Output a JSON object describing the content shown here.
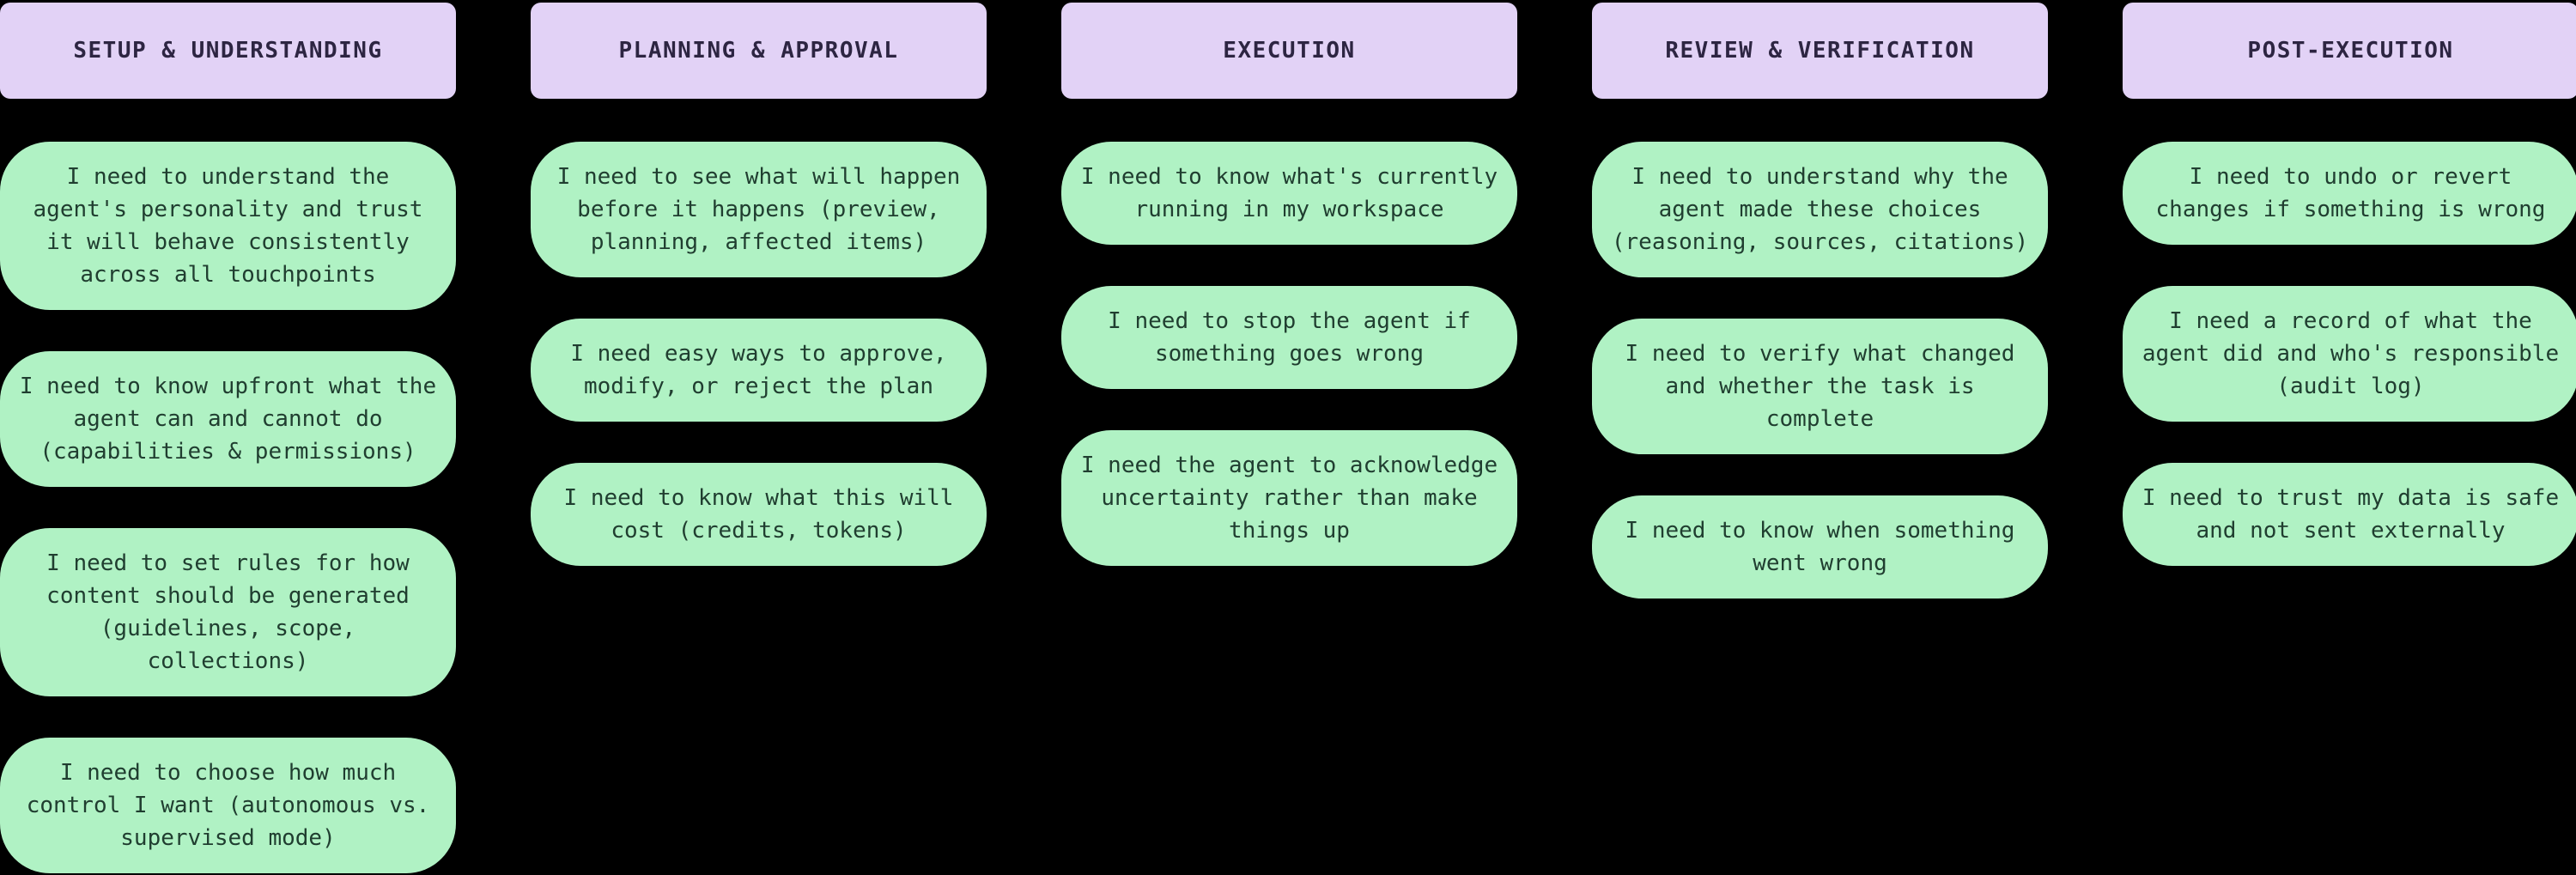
{
  "theme": {
    "canvas_bg": "#000000",
    "header_bg": "#e2d2f6",
    "header_text": "#2d2542",
    "card_bg": "#b0f2c4",
    "card_text": "#203e30"
  },
  "board": {
    "columns": [
      {
        "title": "SETUP & UNDERSTANDING",
        "cards": [
          "I need to understand the\nagent's personality and trust\nit will behave consistently\nacross all touchpoints",
          "I need to know upfront what the\nagent can and cannot do\n(capabilities & permissions)",
          "I need to set rules for how\ncontent should be generated\n(guidelines, scope,\ncollections)",
          "I need to choose how much\ncontrol I want (autonomous vs.\nsupervised mode)"
        ]
      },
      {
        "title": "PLANNING & APPROVAL",
        "cards": [
          "I need to see what will happen\nbefore it happens (preview,\nplanning, affected items)",
          "I need easy ways to approve,\nmodify, or reject the plan",
          "I need to know what this will\ncost (credits, tokens)"
        ]
      },
      {
        "title": "EXECUTION",
        "cards": [
          "I need to know what's currently\nrunning in my workspace",
          "I need to stop the agent if\nsomething goes wrong",
          "I need the agent to acknowledge\nuncertainty rather than make\nthings up"
        ]
      },
      {
        "title": "REVIEW & VERIFICATION",
        "cards": [
          "I need to understand why the\nagent made these choices\n(reasoning, sources, citations)",
          "I need to verify what changed\nand whether the task is\ncomplete",
          "I need to know when something\nwent wrong"
        ]
      },
      {
        "title": "POST-EXECUTION",
        "cards": [
          "I need to undo or revert\nchanges if something is wrong",
          "I need a record of what the\nagent did and who's responsible\n(audit log)",
          "I need to trust my data is safe\nand not sent externally"
        ]
      }
    ]
  }
}
